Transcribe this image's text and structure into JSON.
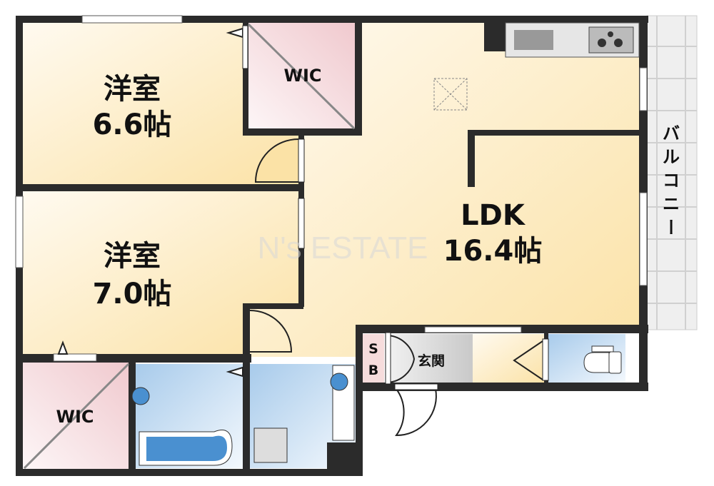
{
  "rooms": {
    "western1": {
      "name": "洋室",
      "size": "6.6帖"
    },
    "western2": {
      "name": "洋室",
      "size": "7.0帖"
    },
    "wic_top": {
      "name": "WIC"
    },
    "wic_bottom": {
      "name": "WIC"
    },
    "ldk": {
      "name": "LDK",
      "size": "16.4帖"
    },
    "entrance": {
      "name": "玄関"
    },
    "shoebox": {
      "line1": "S",
      "line2": "B"
    },
    "balcony": {
      "chars": [
        "バ",
        "ル",
        "コ",
        "ニ",
        "ー"
      ]
    }
  },
  "watermark": "N's ESTATE",
  "colors": {
    "wall": "#2b2b2b",
    "room": "#fbe9b8",
    "wic": "#f3d3d7",
    "wet": "#b9d6ef",
    "entrance": "#d6d6d6",
    "balcony": "#eeeeee"
  }
}
